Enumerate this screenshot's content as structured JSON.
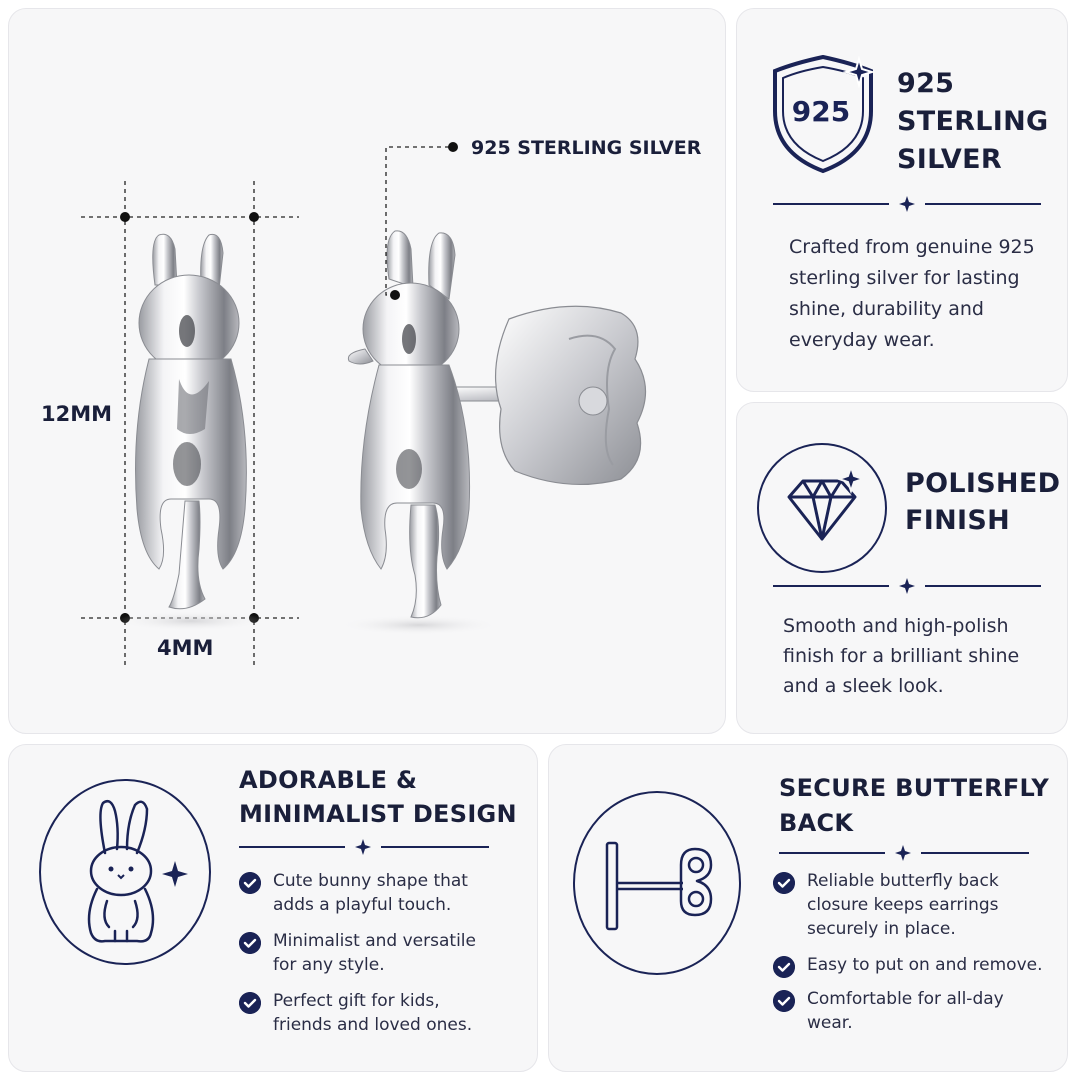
{
  "product": {
    "callout_label": "925 STERLING SILVER",
    "height_label": "12MM",
    "width_label": "4MM"
  },
  "silver": {
    "badge_text": "925",
    "title_line1": "925",
    "title_line2": "STERLING",
    "title_line3": "SILVER",
    "description": "Crafted from genuine 925 sterling silver for lasting shine, durability and everyday wear.",
    "icon": "shield-925-icon"
  },
  "polish": {
    "title_line1": "POLISHED",
    "title_line2": "FINISH",
    "description": "Smooth and high-polish finish for a brilliant shine and a sleek look.",
    "icon": "diamond-icon"
  },
  "design": {
    "title_line1": "ADORABLE &",
    "title_line2": "MINIMALIST DESIGN",
    "icon": "bunny-icon",
    "bullets": [
      "Cute bunny shape that adds a playful touch.",
      "Minimalist and versatile for any style.",
      "Perfect gift for kids, friends and loved ones."
    ]
  },
  "back": {
    "title_line1": "SECURE BUTTERFLY",
    "title_line2": "BACK",
    "icon": "butterfly-back-icon",
    "bullets": [
      "Reliable butterfly back closure keeps earrings securely in place.",
      "Easy to put on and remove.",
      "Comfortable for all-day wear."
    ]
  },
  "colors": {
    "navy": "#1a2356",
    "card_bg": "#f7f7f8",
    "silver_highlight": "#ffffff",
    "silver_shadow": "#8a8c92"
  }
}
